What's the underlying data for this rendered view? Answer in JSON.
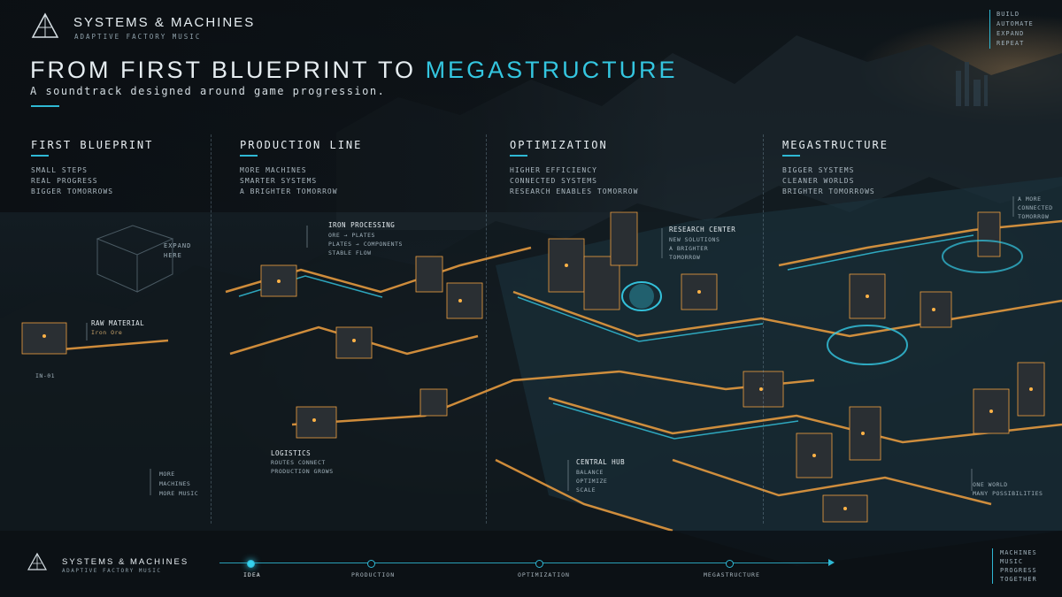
{
  "brand": {
    "name": "SYSTEMS & MACHINES",
    "tagline": "ADAPTIVE FACTORY MUSIC"
  },
  "tags_top_right": [
    "BUILD",
    "AUTOMATE",
    "EXPAND",
    "REPEAT"
  ],
  "headline": {
    "prefix": "FROM FIRST BLUEPRINT TO ",
    "highlight": "MEGASTRUCTURE",
    "subtitle": "A soundtrack designed around game progression."
  },
  "stages": [
    {
      "title": "FIRST BLUEPRINT",
      "lines": [
        "SMALL STEPS",
        "REAL PROGRESS",
        "BIGGER TOMORROWS"
      ]
    },
    {
      "title": "PRODUCTION LINE",
      "lines": [
        "MORE MACHINES",
        "SMARTER SYSTEMS",
        "A BRIGHTER TOMORROW"
      ]
    },
    {
      "title": "OPTIMIZATION",
      "lines": [
        "HIGHER EFFICIENCY",
        "CONNECTED SYSTEMS",
        "RESEARCH ENABLES TOMORROW"
      ]
    },
    {
      "title": "MEGASTRUCTURE",
      "lines": [
        "BIGGER SYSTEMS",
        "CLEANER WORLDS",
        "BRIGHTER TOMORROWS"
      ]
    }
  ],
  "callouts": {
    "expand": [
      "EXPAND",
      "HERE"
    ],
    "raw_material": {
      "title": "RAW MATERIAL",
      "line": "Iron Ore"
    },
    "node_id": "IN-01",
    "iron_processing": {
      "title": "IRON PROCESSING",
      "lines": [
        "ORE → PLATES",
        "PLATES → COMPONENTS",
        "STABLE FLOW"
      ]
    },
    "research_center": {
      "title": "RESEARCH CENTER",
      "lines": [
        "NEW SOLUTIONS",
        "A BRIGHTER",
        "TOMORROW"
      ]
    },
    "logistics": {
      "title": "LOGISTICS",
      "lines": [
        "ROUTES CONNECT",
        "PRODUCTION GROWS"
      ]
    },
    "central_hub": {
      "title": "CENTRAL HUB",
      "lines": [
        "BALANCE",
        "OPTIMIZE",
        "SCALE"
      ]
    },
    "more_machines": [
      "MORE",
      "MACHINES",
      "MORE MUSIC"
    ],
    "connected": [
      "A MORE",
      "CONNECTED",
      "TOMORROW"
    ],
    "one_world": [
      "ONE WORLD",
      "MANY POSSIBILITIES"
    ]
  },
  "timeline": {
    "steps": [
      "IDEA",
      "PRODUCTION",
      "OPTIMIZATION",
      "MEGASTRUCTURE"
    ],
    "active_index": 0
  },
  "tags_bottom_right": [
    "MACHINES",
    "MUSIC",
    "PROGRESS",
    "TOGETHER"
  ],
  "colors": {
    "accent": "#2fb8d4",
    "glow": "#f2a33a",
    "background": "#0b0f13"
  }
}
